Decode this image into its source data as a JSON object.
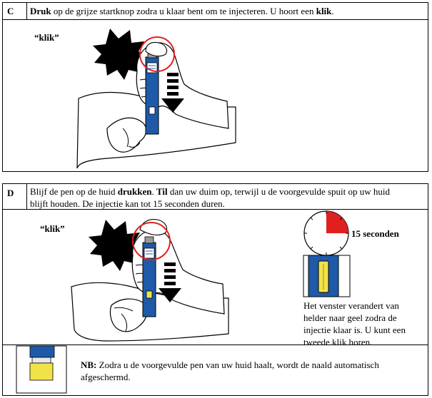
{
  "step_c": {
    "letter": "C",
    "instruction_bold_1": "Druk",
    "instruction_mid": " op de grijze startknop zodra u klaar bent om te injecteren. U hoort een ",
    "instruction_bold_2": "klik",
    "instruction_end": ".",
    "click_label": "“klik”"
  },
  "step_d": {
    "letter": "D",
    "instruction_1": "Blijf de pen op de huid ",
    "instruction_bold_1": "drukken",
    "instruction_2": ". ",
    "instruction_bold_2": "Til",
    "instruction_3": " dan uw duim op, terwijl u de voorgevulde spuit op uw huid",
    "instruction_line2": "blijft houden. De injectie kan tot 15 seconden duren.",
    "click_label": "“klik”",
    "timer_label": "15 seconden",
    "window_note_lines": [
      "Het venster verandert van",
      "helder naar geel zodra de",
      "injectie klaar is. U kunt een",
      "tweede klik horen."
    ]
  },
  "note": {
    "bold_prefix": "NB:",
    "line1": " Zodra u de voorgevulde pen van uw huid haalt, wordt de naald automatisch",
    "line2": "afgeschermd."
  },
  "colors": {
    "pen_blue": "#1e5aa8",
    "alert_red": "#e02020",
    "window_yellow": "#f2e24a"
  }
}
